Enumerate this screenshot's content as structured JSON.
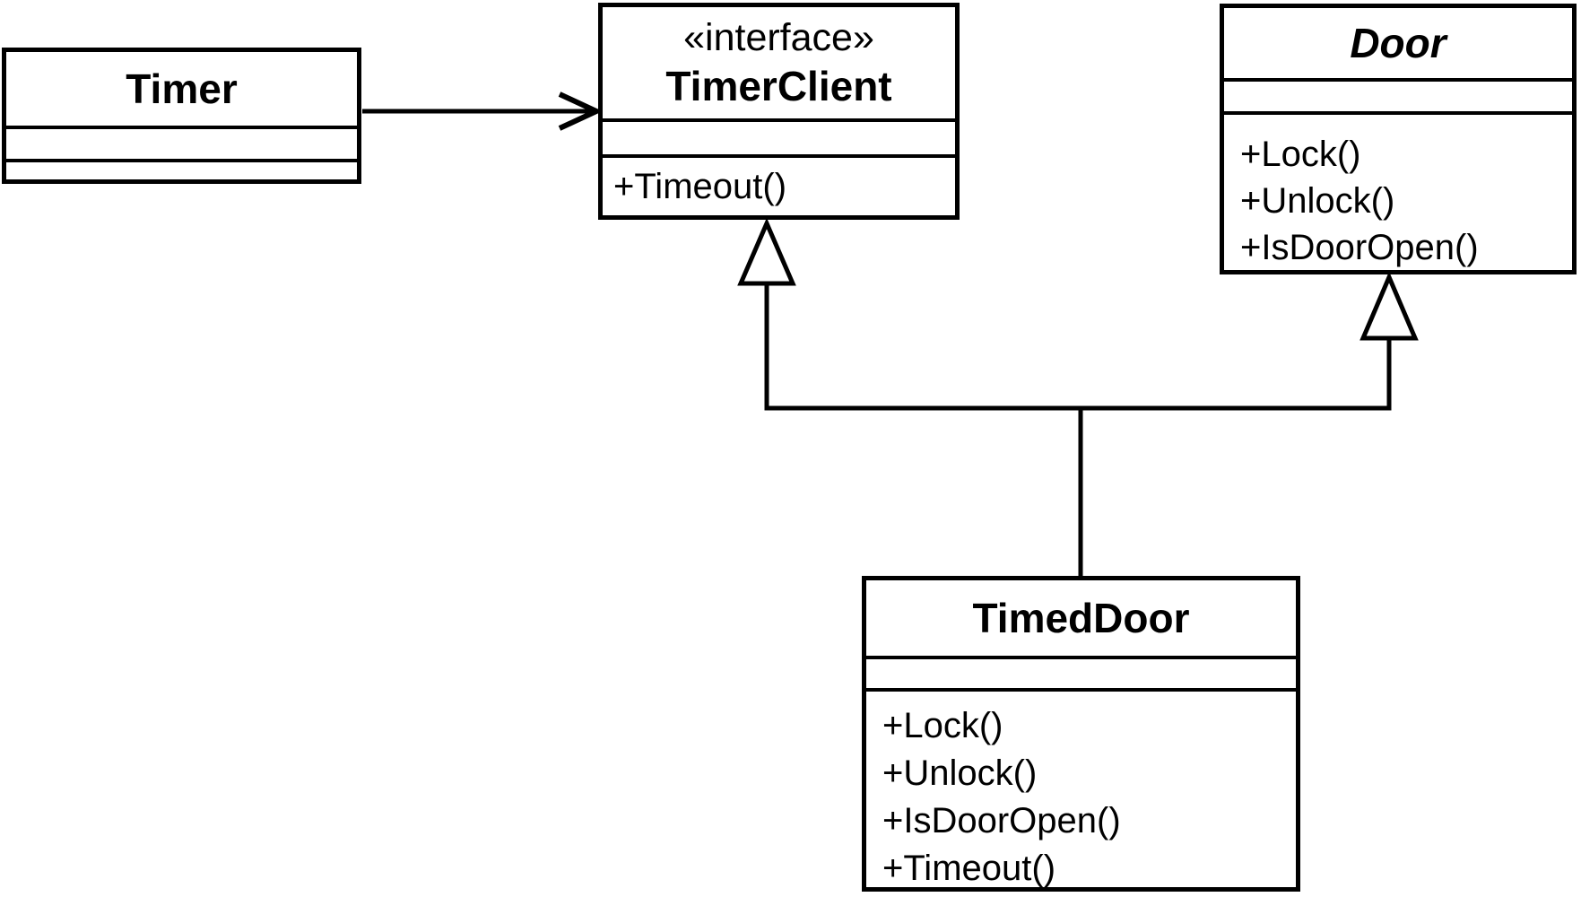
{
  "diagram": {
    "kind": "uml-class-diagram",
    "colors": {
      "background": "#ffffff",
      "line": "#000000",
      "text": "#000000",
      "box_fill": "#ffffff"
    }
  },
  "classes": [
    {
      "name": "Timer",
      "stereotype": "",
      "abstract": false,
      "attributes": [],
      "methods": []
    },
    {
      "name": "TimerClient",
      "stereotype": "«interface»",
      "abstract": false,
      "attributes": [],
      "methods": [
        "+Timeout()"
      ]
    },
    {
      "name": "Door",
      "stereotype": "",
      "abstract": true,
      "attributes": [],
      "methods": [
        "+Lock()",
        "+Unlock()",
        "+IsDoorOpen()"
      ]
    },
    {
      "name": "TimedDoor",
      "stereotype": "",
      "abstract": false,
      "attributes": [],
      "methods": [
        "+Lock()",
        "+Unlock()",
        "+IsDoorOpen()",
        "+Timeout()"
      ]
    }
  ],
  "relationships": [
    {
      "from": "Timer",
      "to": "TimerClient",
      "type": "association",
      "line": "solid",
      "arrowhead": "open-arrow"
    },
    {
      "from": "TimedDoor",
      "to": "TimerClient",
      "type": "generalization",
      "line": "solid",
      "arrowhead": "hollow-triangle"
    },
    {
      "from": "TimedDoor",
      "to": "Door",
      "type": "generalization",
      "line": "solid",
      "arrowhead": "hollow-triangle"
    }
  ]
}
